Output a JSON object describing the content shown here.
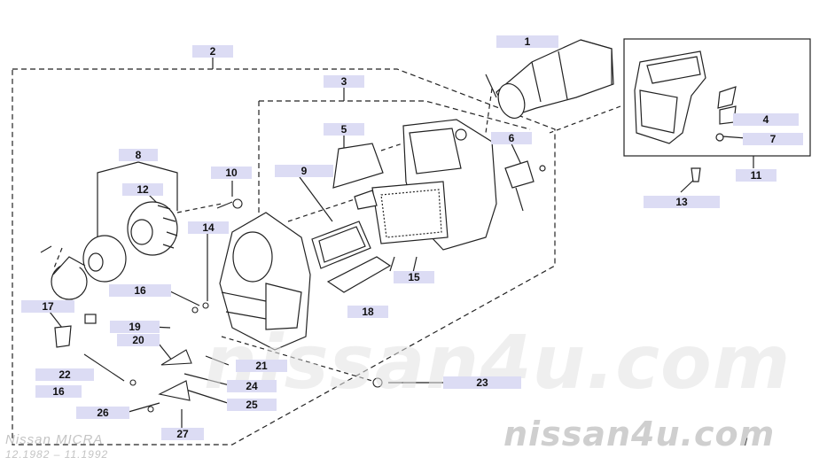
{
  "diagram": {
    "model": "Nissan MICRA",
    "dates": "12.1982 – 11.1992",
    "watermark": "nissan4u.com",
    "corner_mark": "/",
    "callouts": [
      {
        "id": "c1",
        "label": "1"
      },
      {
        "id": "c2",
        "label": "2"
      },
      {
        "id": "c3",
        "label": "3"
      },
      {
        "id": "c4",
        "label": "4"
      },
      {
        "id": "c5",
        "label": "5"
      },
      {
        "id": "c6",
        "label": "6"
      },
      {
        "id": "c7",
        "label": "7"
      },
      {
        "id": "c8",
        "label": "8"
      },
      {
        "id": "c9",
        "label": "9"
      },
      {
        "id": "c10",
        "label": "10"
      },
      {
        "id": "c11",
        "label": "11"
      },
      {
        "id": "c12",
        "label": "12"
      },
      {
        "id": "c13",
        "label": "13"
      },
      {
        "id": "c14",
        "label": "14"
      },
      {
        "id": "c15",
        "label": "15"
      },
      {
        "id": "c16a",
        "label": "16"
      },
      {
        "id": "c16b",
        "label": "16"
      },
      {
        "id": "c17",
        "label": "17"
      },
      {
        "id": "c18",
        "label": "18"
      },
      {
        "id": "c19",
        "label": "19"
      },
      {
        "id": "c20",
        "label": "20"
      },
      {
        "id": "c21",
        "label": "21"
      },
      {
        "id": "c22",
        "label": "22"
      },
      {
        "id": "c23",
        "label": "23"
      },
      {
        "id": "c24",
        "label": "24"
      },
      {
        "id": "c25",
        "label": "25"
      },
      {
        "id": "c26",
        "label": "26"
      },
      {
        "id": "c27",
        "label": "27"
      }
    ]
  }
}
